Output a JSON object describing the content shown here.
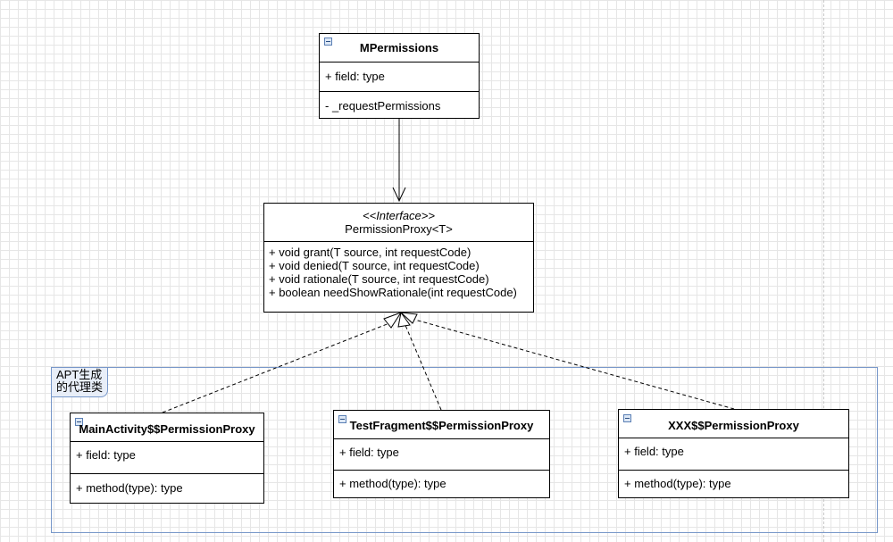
{
  "mpermissions": {
    "name": "MPermissions",
    "attribute": "+ field: type",
    "operation": "- _requestPermissions"
  },
  "interface": {
    "stereotype": "<<Interface>>",
    "name": "PermissionProxy<T>",
    "methods": [
      "+ void grant(T source, int requestCode)",
      "+ void denied(T source, int requestCode)",
      "+ void rationale(T source, int requestCode)",
      "+ boolean needShowRationale(int requestCode)"
    ]
  },
  "group": {
    "label_line1": "APT生成",
    "label_line2": "的代理类"
  },
  "proxies": [
    {
      "name": "MainActivity$$PermissionProxy",
      "attribute": "+ field: type",
      "operation": "+ method(type): type"
    },
    {
      "name": "TestFragment$$PermissionProxy",
      "attribute": "+ field: type",
      "operation": "+ method(type): type"
    },
    {
      "name": "XXX$$PermissionProxy",
      "attribute": "+ field: type",
      "operation": "+ method(type): type"
    }
  ]
}
